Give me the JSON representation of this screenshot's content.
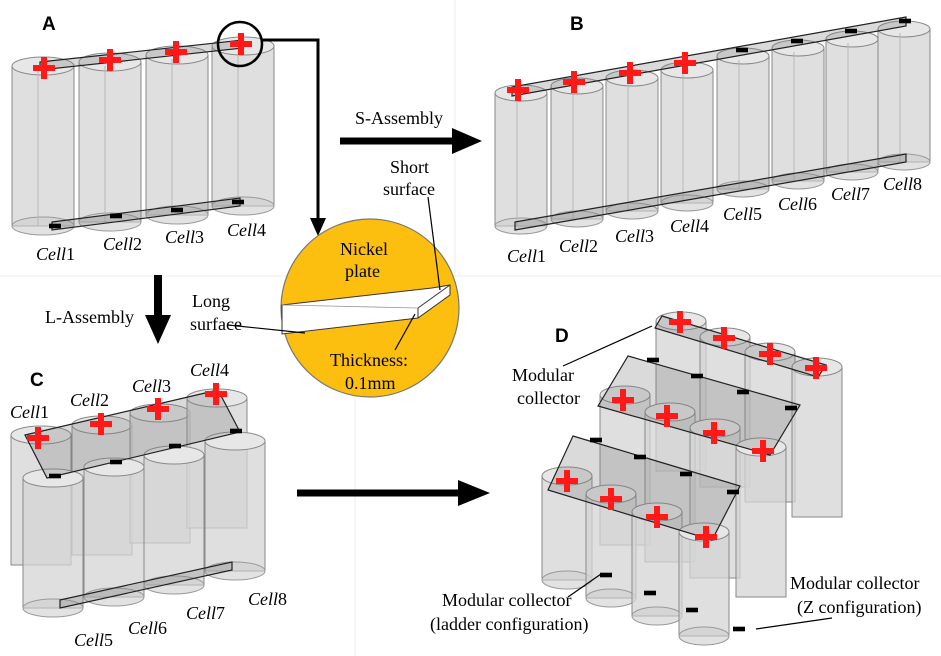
{
  "panels": {
    "a": "A",
    "b": "B",
    "c": "C",
    "d": "D"
  },
  "assembly": {
    "s": "S-Assembly",
    "l": "L-Assembly"
  },
  "cells_a": [
    {
      "pre": "Cell",
      "num": "1"
    },
    {
      "pre": "Cell",
      "num": "2"
    },
    {
      "pre": "Cell",
      "num": "3"
    },
    {
      "pre": "Cell",
      "num": "4"
    }
  ],
  "cells_b": [
    {
      "pre": "Cell",
      "num": "1"
    },
    {
      "pre": "Cell",
      "num": "2"
    },
    {
      "pre": "Cell",
      "num": "3"
    },
    {
      "pre": "Cell",
      "num": "4"
    },
    {
      "pre": "Cell",
      "num": "5"
    },
    {
      "pre": "Cell",
      "num": "6"
    },
    {
      "pre": "Cell",
      "num": "7"
    },
    {
      "pre": "Cell",
      "num": "8"
    }
  ],
  "cells_c": [
    {
      "pre": "Cell",
      "num": "1"
    },
    {
      "pre": "Cell",
      "num": "2"
    },
    {
      "pre": "Cell",
      "num": "3"
    },
    {
      "pre": "Cell",
      "num": "4"
    },
    {
      "pre": "Cell",
      "num": "5"
    },
    {
      "pre": "Cell",
      "num": "6"
    },
    {
      "pre": "Cell",
      "num": "7"
    },
    {
      "pre": "Cell",
      "num": "8"
    }
  ],
  "nickel": {
    "plate_line1": "Nickel",
    "plate_line2": "plate",
    "short_line1": "Short",
    "short_line2": "surface",
    "long_line1": "Long",
    "long_line2": "surface",
    "thick_line1": "Thickness:",
    "thick_line2": "0.1mm",
    "color": "#fcbf0f"
  },
  "d_labels": {
    "modular_line1": "Modular",
    "modular_line2": "collector",
    "ladder_line1": "Modular collector",
    "ladder_line2": "(ladder configuration)",
    "z_line1": "Modular collector",
    "z_line2": "(Z configuration)"
  },
  "colors": {
    "positive": "#ff1a1a",
    "negative": "#000000",
    "cell": "#d4d4d4"
  }
}
